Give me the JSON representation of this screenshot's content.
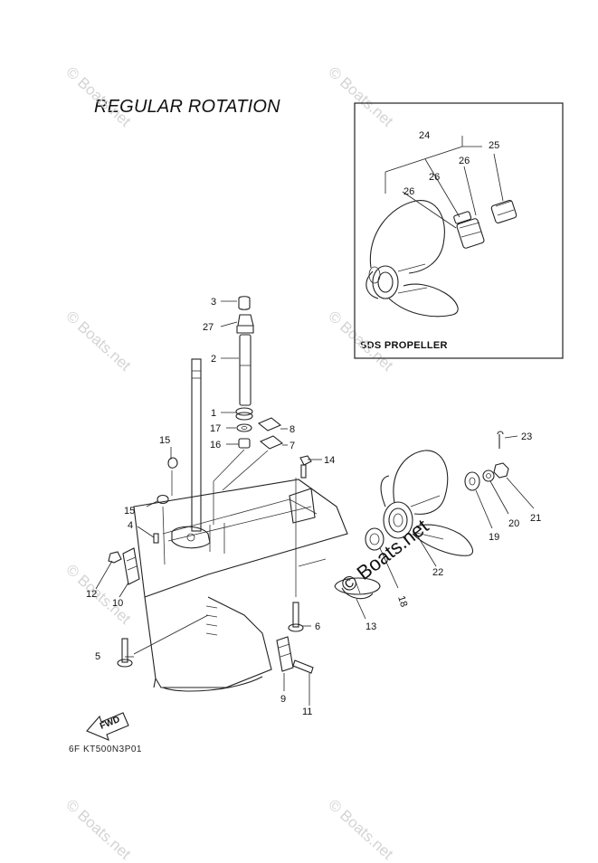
{
  "header": {
    "title": "REGULAR ROTATION"
  },
  "inset": {
    "label": "SDS PROPELLER"
  },
  "footer": {
    "code": "6F KT500N3P01",
    "fwd_label": "FWD"
  },
  "watermarks": {
    "main": "© Boats.net",
    "faint": "© Boats.net"
  },
  "callouts": [
    "1",
    "2",
    "3",
    "4",
    "5",
    "6",
    "7",
    "8",
    "9",
    "10",
    "11",
    "12",
    "13",
    "14",
    "15",
    "15",
    "16",
    "17",
    "18",
    "19",
    "20",
    "21",
    "22",
    "23",
    "24",
    "25",
    "26",
    "26",
    "26",
    "27"
  ]
}
